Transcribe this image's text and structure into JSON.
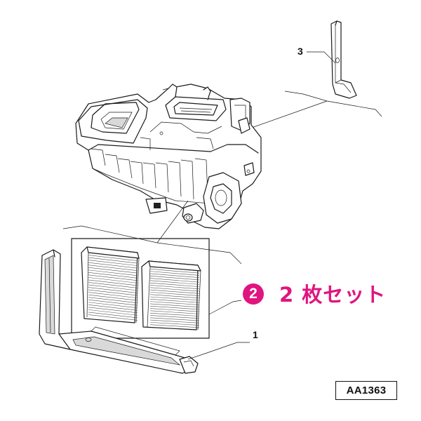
{
  "diagram": {
    "parts": [
      {
        "number": "1"
      },
      {
        "number": "2",
        "highlight_note": "2 枚セット"
      },
      {
        "number": "3"
      }
    ],
    "reference_code": "AA1363",
    "colors": {
      "line": "#1a1a1a",
      "highlight": "#e0157f",
      "background": "#ffffff"
    }
  }
}
